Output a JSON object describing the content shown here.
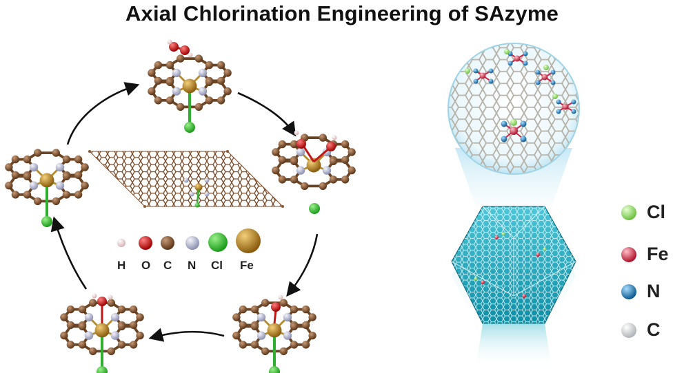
{
  "title": "Axial Chlorination Engineering of SAzyme",
  "element_key": [
    {
      "symbol": "H",
      "color": "#f2dede",
      "icon": "hydrogen-sphere"
    },
    {
      "symbol": "O",
      "color": "#e01010",
      "icon": "oxygen-sphere"
    },
    {
      "symbol": "C",
      "color": "#8a5a35",
      "icon": "carbon-sphere"
    },
    {
      "symbol": "N",
      "color": "#b6bcd8",
      "icon": "nitrogen-sphere"
    },
    {
      "symbol": "Cl",
      "color": "#33cc33",
      "icon": "chlorine-sphere"
    },
    {
      "symbol": "Fe",
      "color": "#c9921c",
      "icon": "iron-sphere"
    }
  ],
  "side_legend": [
    {
      "symbol": "Cl",
      "color": "#a6e07a"
    },
    {
      "symbol": "Fe",
      "color": "#e0344a"
    },
    {
      "symbol": "N",
      "color": "#1e86c0"
    },
    {
      "symbol": "C",
      "color": "#d6d8da"
    }
  ]
}
